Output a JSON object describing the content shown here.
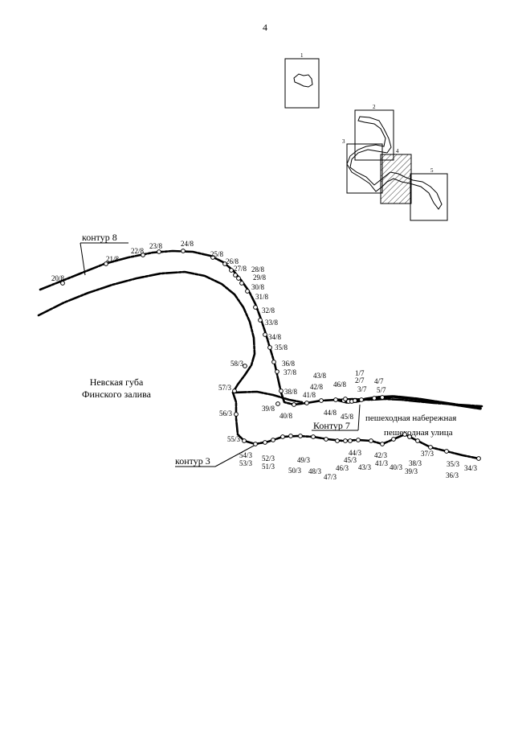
{
  "page_number": "4",
  "index_map": {
    "sheets": [
      "1",
      "2",
      "3",
      "4",
      "5"
    ]
  },
  "contours": {
    "c8": "контур 8",
    "c7": "Контур 7",
    "c3": "контур 3"
  },
  "areas": {
    "bay_line1": "Невская губа",
    "bay_line2": "Финского залива",
    "embankment": "пешеходная набережная",
    "street": "пешеходная улица"
  },
  "points": [
    "20/8",
    "21/8",
    "22/8",
    "23/8",
    "24/8",
    "25/8",
    "26/8",
    "27/8",
    "28/8",
    "29/8",
    "30/8",
    "31/8",
    "32/8",
    "33/8",
    "34/8",
    "35/8",
    "36/8",
    "37/8",
    "38/8",
    "39/8",
    "40/8",
    "41/8",
    "42/8",
    "43/8",
    "44/8",
    "45/8",
    "46/8",
    "1/7",
    "2/7",
    "3/7",
    "4/7",
    "5/7",
    "34/3",
    "35/3",
    "36/3",
    "37/3",
    "38/3",
    "39/3",
    "40/3",
    "41/3",
    "42/3",
    "43/3",
    "44/3",
    "45/3",
    "46/3",
    "47/3",
    "48/3",
    "49/3",
    "50/3",
    "51/3",
    "52/3",
    "53/3",
    "54/3",
    "55/3",
    "56/3",
    "57/3",
    "58/3"
  ]
}
